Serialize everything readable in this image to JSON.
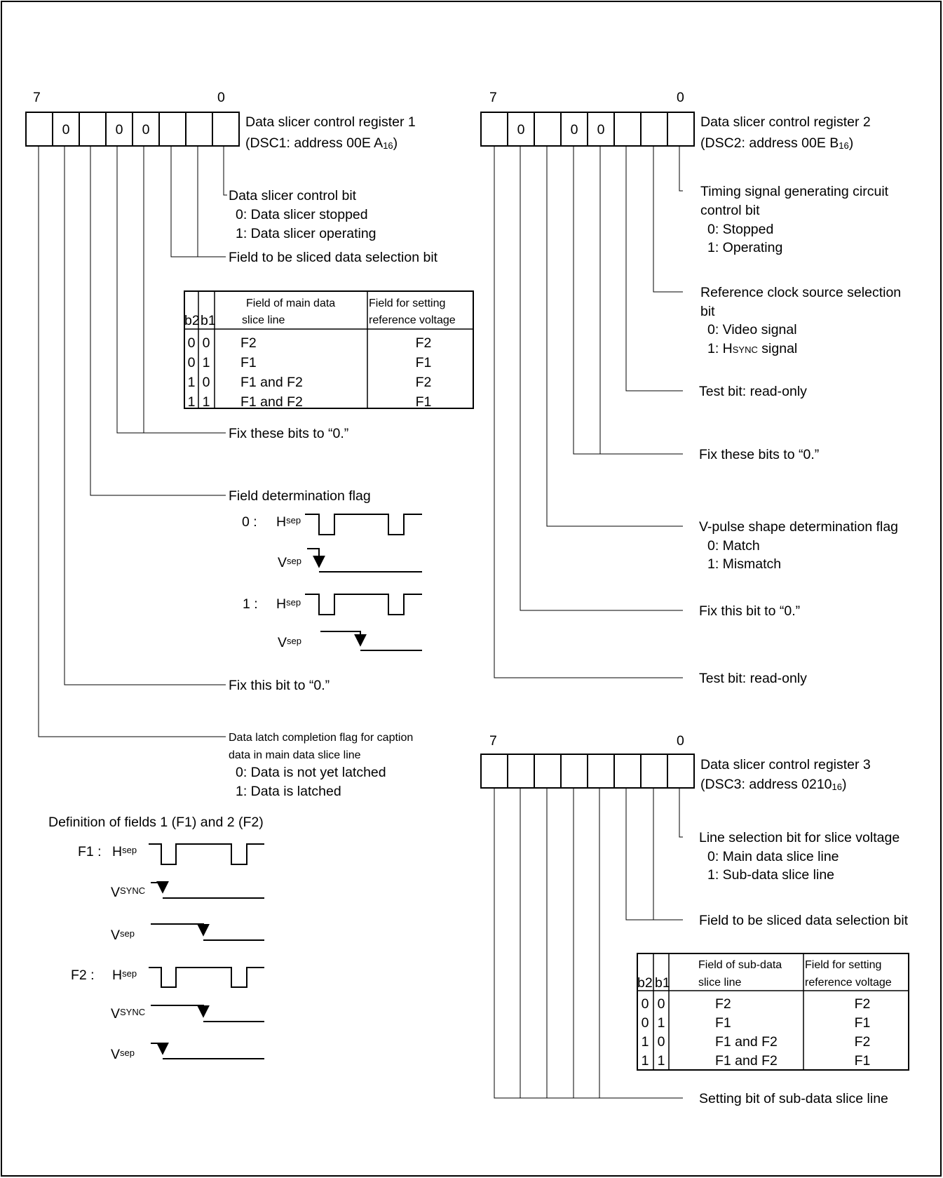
{
  "reg1": {
    "bit_high": "7",
    "bit_low": "0",
    "cells": [
      "",
      "0",
      "",
      "0",
      "0",
      "",
      "",
      ""
    ],
    "title": "Data slicer control register 1",
    "addr_prefix": "(DSC1: address 00E A",
    "addr_sub": "16",
    "addr_suffix": ")",
    "bit0": {
      "label": "Data slicer control bit",
      "opt0": "0: Data slicer stopped",
      "opt1": "1: Data slicer operating"
    },
    "bit12": {
      "label": "Field to be sliced data selection bit"
    },
    "table": {
      "header": [
        "b2",
        "b1",
        "Field of main data",
        "slice line",
        "Field for setting",
        "reference voltage"
      ],
      "rows": [
        [
          "0",
          "0",
          "F2",
          "F2"
        ],
        [
          "0",
          "1",
          "F1",
          "F1"
        ],
        [
          "1",
          "0",
          "F1  and  F2",
          "F2"
        ],
        [
          "1",
          "1",
          "F1  and  F2",
          "F1"
        ]
      ]
    },
    "bit34": {
      "label": "Fix these bits to “0.”"
    },
    "bit5": {
      "label": "Field determination flag",
      "wave0_prefix": "0 :",
      "wave1_prefix": "1 :",
      "hsep_main": "H",
      "hsep_sub": "sep",
      "vsep_main": "V",
      "vsep_sub": "sep"
    },
    "bit6": {
      "label": "Fix this bit to “0.”"
    },
    "bit7": {
      "line1": "Data latch completion flag for caption",
      "line2": "data in main data slice line",
      "opt0": "0: Data is not yet latched",
      "opt1": "1: Data is latched"
    }
  },
  "fields_def": {
    "title": "Definition of fields 1 (F1) and 2 (F2)",
    "f1_prefix": "F1 :",
    "f2_prefix": "F2 :",
    "h_main": "H",
    "h_sub": "sep",
    "vsync_main": "V",
    "vsync_sub": "SYNC",
    "vsep_main": "V",
    "vsep_sub": "sep"
  },
  "reg2": {
    "bit_high": "7",
    "bit_low": "0",
    "cells": [
      "",
      "0",
      "",
      "0",
      "0",
      "",
      "",
      ""
    ],
    "title": "Data slicer control register 2",
    "addr_prefix": "(DSC2: address 00E B",
    "addr_sub": "16",
    "addr_suffix": ")",
    "bit0": {
      "line1": "Timing signal generating circuit",
      "line2": "control bit",
      "opt0": "0: Stopped",
      "opt1": "1: Operating"
    },
    "bit1": {
      "line1": "Reference clock source selection",
      "line2": "bit",
      "opt0": "0: Video signal",
      "opt1_main": "1: H",
      "opt1_sub": "SYNC",
      "opt1_suffix": " signal"
    },
    "bit2": {
      "label": "Test bit: read-only"
    },
    "bit34": {
      "label": "Fix these bits to “0.”"
    },
    "bit5": {
      "label": "V-pulse shape determination flag",
      "opt0": "0: Match",
      "opt1": "1: Mismatch"
    },
    "bit6": {
      "label": "Fix this bit to “0.”"
    },
    "bit7": {
      "label": "Test bit: read-only"
    }
  },
  "reg3": {
    "bit_high": "7",
    "bit_low": "0",
    "cells": [
      "",
      "",
      "",
      "",
      "",
      "",
      "",
      ""
    ],
    "title": "Data slicer control register 3",
    "addr_prefix": "(DSC3: address 0210",
    "addr_sub": "16",
    "addr_suffix": ")",
    "bit0": {
      "label": "Line selection bit for slice voltage",
      "opt0": "0: Main data slice line",
      "opt1": "1: Sub-data slice line"
    },
    "bit12": {
      "label": "Field to be sliced data selection bit"
    },
    "table": {
      "header": [
        "b2",
        "b1",
        "Field of sub-data",
        "slice line",
        "Field for setting",
        "reference voltage"
      ],
      "rows": [
        [
          "0",
          "0",
          "F2",
          "F2"
        ],
        [
          "0",
          "1",
          "F1",
          "F1"
        ],
        [
          "1",
          "0",
          "F1 and F2",
          "F2"
        ],
        [
          "1",
          "1",
          "F1 and F2",
          "F1"
        ]
      ]
    },
    "bit3_7": {
      "label": "Setting bit of sub-data slice line"
    }
  }
}
